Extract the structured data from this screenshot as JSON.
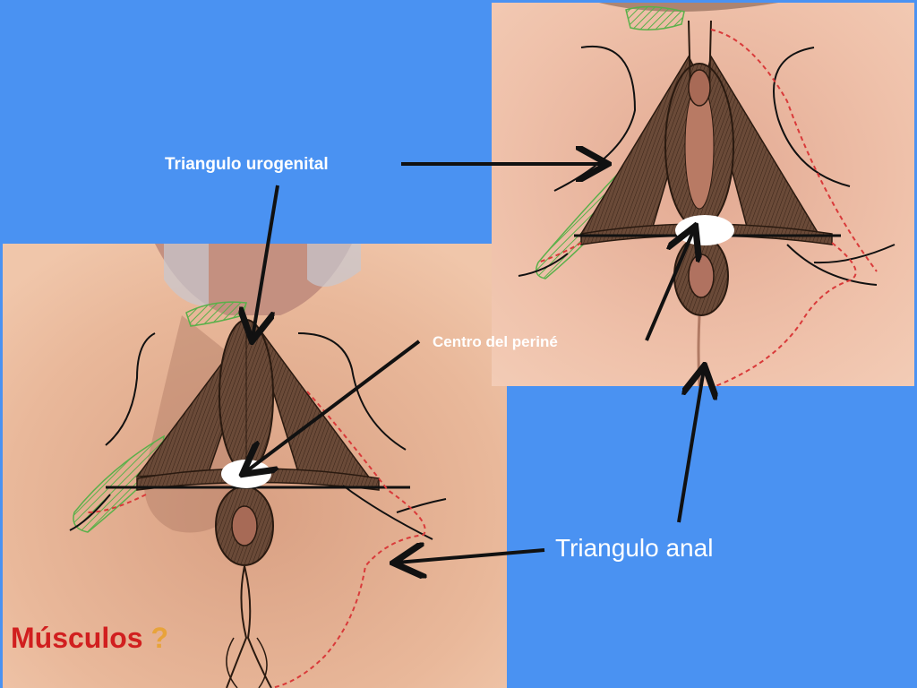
{
  "labels": {
    "urogenital": "Triangulo urogenital",
    "centro": "Centro del periné",
    "anal": "Triangulo anal",
    "musculos_word": "Músculos",
    "musculos_mark": " ?"
  },
  "colors": {
    "background": "#4a92f2",
    "skin": "#e9b89a",
    "muscle": "#5a4030",
    "hatch_green": "#5ab04a",
    "dashed_red": "#d93a3a",
    "label_text": "#ffffff",
    "title_red": "#d11f1f",
    "title_q": "#e8a33a"
  },
  "icons": [
    "arrow-icon",
    "central-point-marker"
  ]
}
